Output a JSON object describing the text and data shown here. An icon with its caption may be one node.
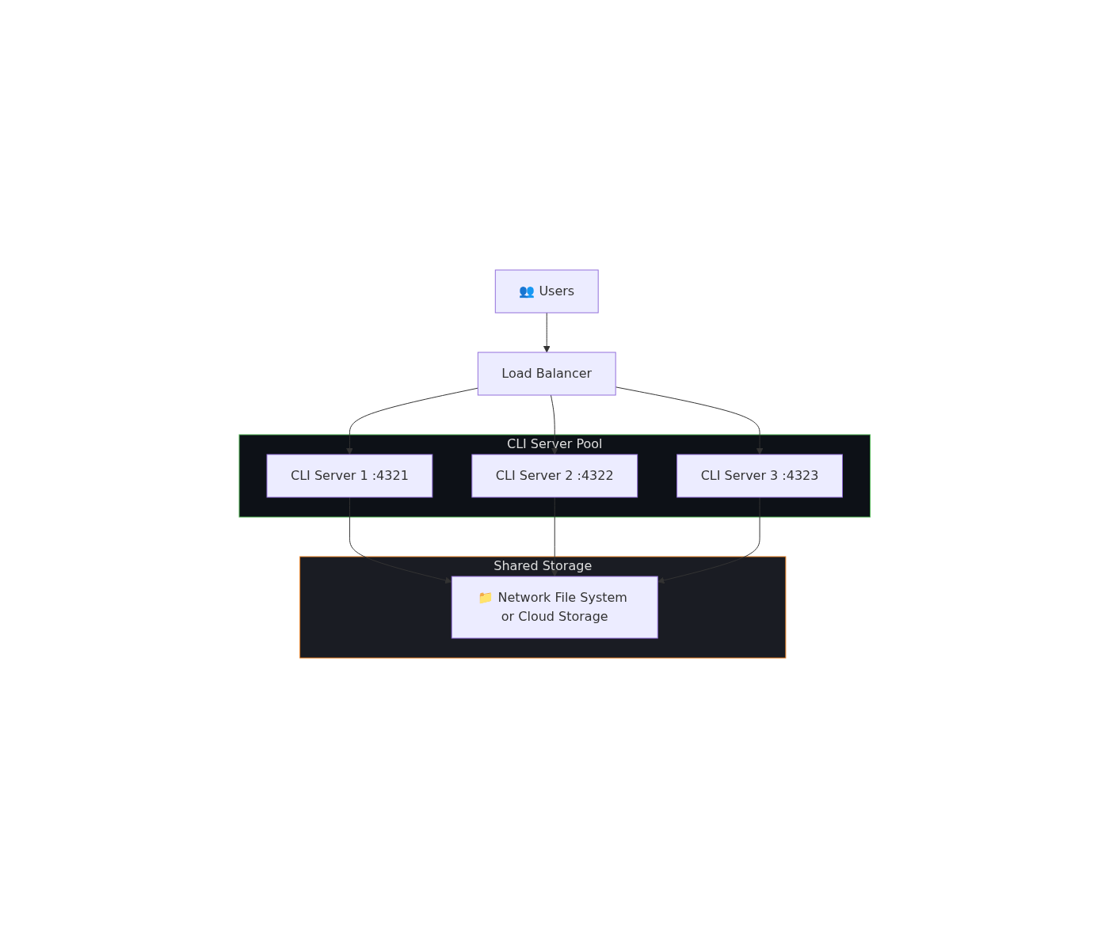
{
  "diagram": {
    "nodes": [
      {
        "text": [
          "👥 Users"
        ]
      },
      {
        "text": [
          "Load Balancer"
        ]
      },
      {
        "text": [
          "CLI Server Pool"
        ]
      },
      {
        "text": [
          "CLI Server 1 :4321"
        ],
        "in": 2
      },
      {
        "text": [
          "CLI Server 2 :4322"
        ],
        "in": 2
      },
      {
        "text": [
          "CLI Server 3 :4323"
        ],
        "in": 2
      },
      {
        "text": [
          "Shared Storage"
        ]
      },
      {
        "text": [
          "📁 Network File System or Cloud Storage"
        ],
        "in": 6
      }
    ],
    "edges": [
      {
        "from": 0,
        "to": 1,
        "arrow": "to"
      },
      {
        "from": 1,
        "to": 3,
        "arrow": "to"
      },
      {
        "from": 1,
        "to": 4,
        "arrow": "to"
      },
      {
        "from": 1,
        "to": 5,
        "arrow": "to"
      },
      {
        "from": 3,
        "to": 7,
        "arrow": "to"
      },
      {
        "from": 4,
        "to": 7,
        "arrow": "to"
      },
      {
        "from": 5,
        "to": 7,
        "arrow": "to"
      }
    ]
  }
}
